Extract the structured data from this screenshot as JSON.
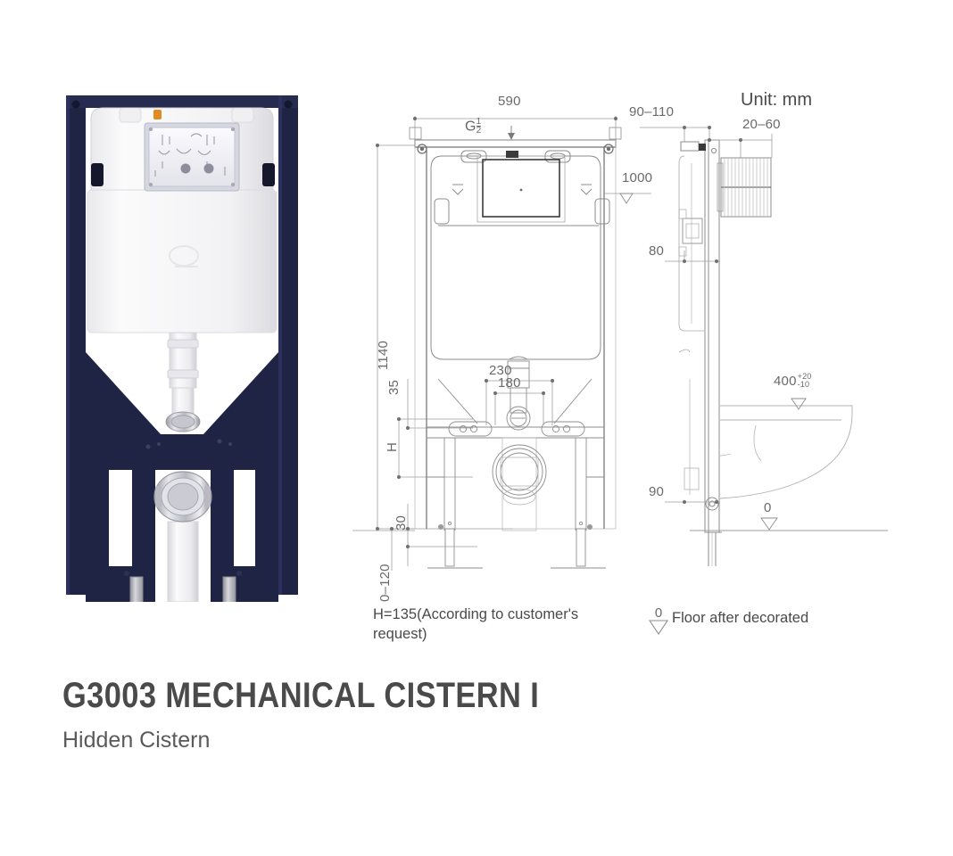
{
  "page": {
    "unit_note": "Unit: mm",
    "background": "#ffffff"
  },
  "product": {
    "title": "G3003 MECHANICAL CISTERN I",
    "subtitle": "Hidden Cistern",
    "frame_color": "#1f2445",
    "tank_color": "#f4f4f6"
  },
  "photo": {
    "alt_name": "concealed-cistern-frame-photo"
  },
  "drawing": {
    "dimensions": {
      "width_590": "590",
      "height_1140": "1140",
      "level_1000": "1000",
      "gap_90_110": "90–110",
      "gap_20_60": "20–60",
      "depth_80": "80",
      "offset_230": "230",
      "offset_180": "180",
      "offset_35": "35",
      "offset_30": "30",
      "height_H": "H",
      "range_0_120": "0–120",
      "height_90": "90",
      "bowl_400": "400",
      "bowl_tol_upper": "+20",
      "bowl_tol_lower": "-10",
      "floor_zero": "0",
      "thread_label": "G",
      "thread_num": "1",
      "thread_den": "2"
    },
    "notes": {
      "h_note": "H=135(According to customer's request)",
      "floor_note": "Floor after decorated",
      "floor_symbol_value": "0"
    }
  }
}
